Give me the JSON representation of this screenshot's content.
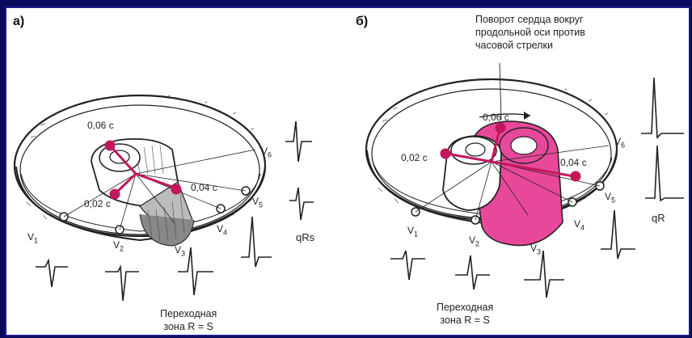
{
  "panels": [
    {
      "id": "a",
      "label": "а)",
      "times": [
        "0,06 с",
        "0,02 с",
        "0,04 с"
      ],
      "leads": [
        "V",
        "V",
        "V",
        "V",
        "V",
        "V"
      ],
      "lead_subs": [
        "1",
        "2",
        "3",
        "4",
        "5",
        "6"
      ],
      "complex_label": "qRs",
      "transition_line1": "Переходная",
      "transition_line2": "зона R = S"
    },
    {
      "id": "b",
      "label": "б)",
      "title_line1": "Поворот сердца вокруг",
      "title_line2": "продольной оси против",
      "title_line3": "часовой стрелки",
      "times": [
        "0,06 с",
        "0,02 с",
        "0,04 с"
      ],
      "leads": [
        "V",
        "V",
        "V",
        "V",
        "V",
        "V"
      ],
      "lead_subs": [
        "1",
        "2",
        "3",
        "4",
        "5",
        "6"
      ],
      "complex_label": "qR",
      "transition_line1": "Переходная",
      "transition_line2": "зона R = S"
    }
  ],
  "colors": {
    "vector": "#c2185b",
    "heart_rotated": "#e8489a",
    "ink": "#222222",
    "background": "#0a0a5c"
  }
}
